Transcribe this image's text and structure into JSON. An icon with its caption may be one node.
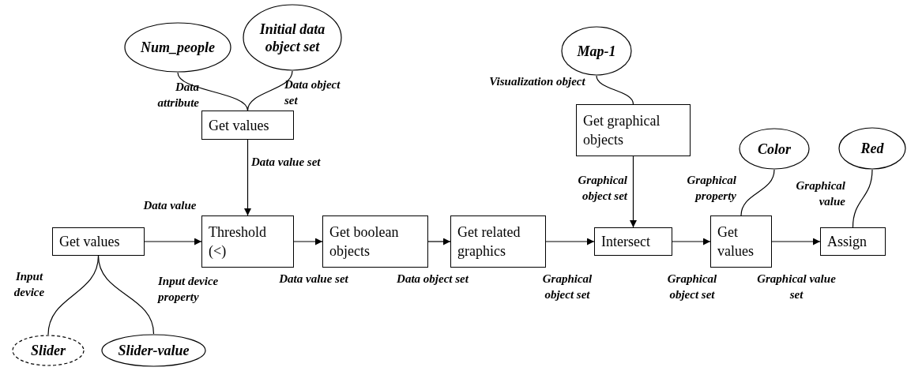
{
  "diagram": {
    "nodes": [
      {
        "text": [
          "Num_people"
        ]
      },
      {
        "text": [
          "Initial data object set"
        ]
      },
      {
        "text": [
          "Get values"
        ]
      },
      {
        "text": [
          "Get values"
        ]
      },
      {
        "text": [
          "Threshold (<)"
        ]
      },
      {
        "text": [
          "Get boolean objects"
        ]
      },
      {
        "text": [
          "Get related graphics"
        ]
      },
      {
        "text": [
          "Map-1"
        ]
      },
      {
        "text": [
          "Get graphical objects"
        ]
      },
      {
        "text": [
          "Intersect"
        ]
      },
      {
        "text": [
          "Get values"
        ]
      },
      {
        "text": [
          "Color"
        ]
      },
      {
        "text": [
          "Assign"
        ]
      },
      {
        "text": [
          "Red"
        ]
      },
      {
        "text": [
          "Slider"
        ]
      },
      {
        "text": [
          "Slider-value"
        ]
      }
    ],
    "edges": [
      {
        "from": 0,
        "to": 2,
        "arrow": "none",
        "label": "Data attribute"
      },
      {
        "from": 1,
        "to": 2,
        "arrow": "none",
        "label": "Data object set"
      },
      {
        "from": 2,
        "to": 4,
        "arrow": "to",
        "label": "Data value set"
      },
      {
        "from": 3,
        "to": 4,
        "arrow": "to",
        "label": "Data value"
      },
      {
        "from": 14,
        "to": 3,
        "arrow": "none",
        "label": "Input device"
      },
      {
        "from": 15,
        "to": 3,
        "arrow": "none",
        "label": "Input device property"
      },
      {
        "from": 4,
        "to": 5,
        "arrow": "to",
        "label": "Data value set"
      },
      {
        "from": 5,
        "to": 6,
        "arrow": "to",
        "label": "Data object set"
      },
      {
        "from": 6,
        "to": 9,
        "arrow": "to",
        "label": "Graphical object set"
      },
      {
        "from": 7,
        "to": 8,
        "arrow": "none",
        "label": "Visualization object"
      },
      {
        "from": 8,
        "to": 9,
        "arrow": "to",
        "label": "Graphical object set"
      },
      {
        "from": 9,
        "to": 10,
        "arrow": "to",
        "label": "Graphical object set"
      },
      {
        "from": 10,
        "to": 12,
        "arrow": "to",
        "label": "Graphical value set"
      },
      {
        "from": 11,
        "to": 10,
        "arrow": "none",
        "label": "Graphical property"
      },
      {
        "from": 13,
        "to": 12,
        "arrow": "none",
        "label": "Graphical value"
      }
    ]
  }
}
